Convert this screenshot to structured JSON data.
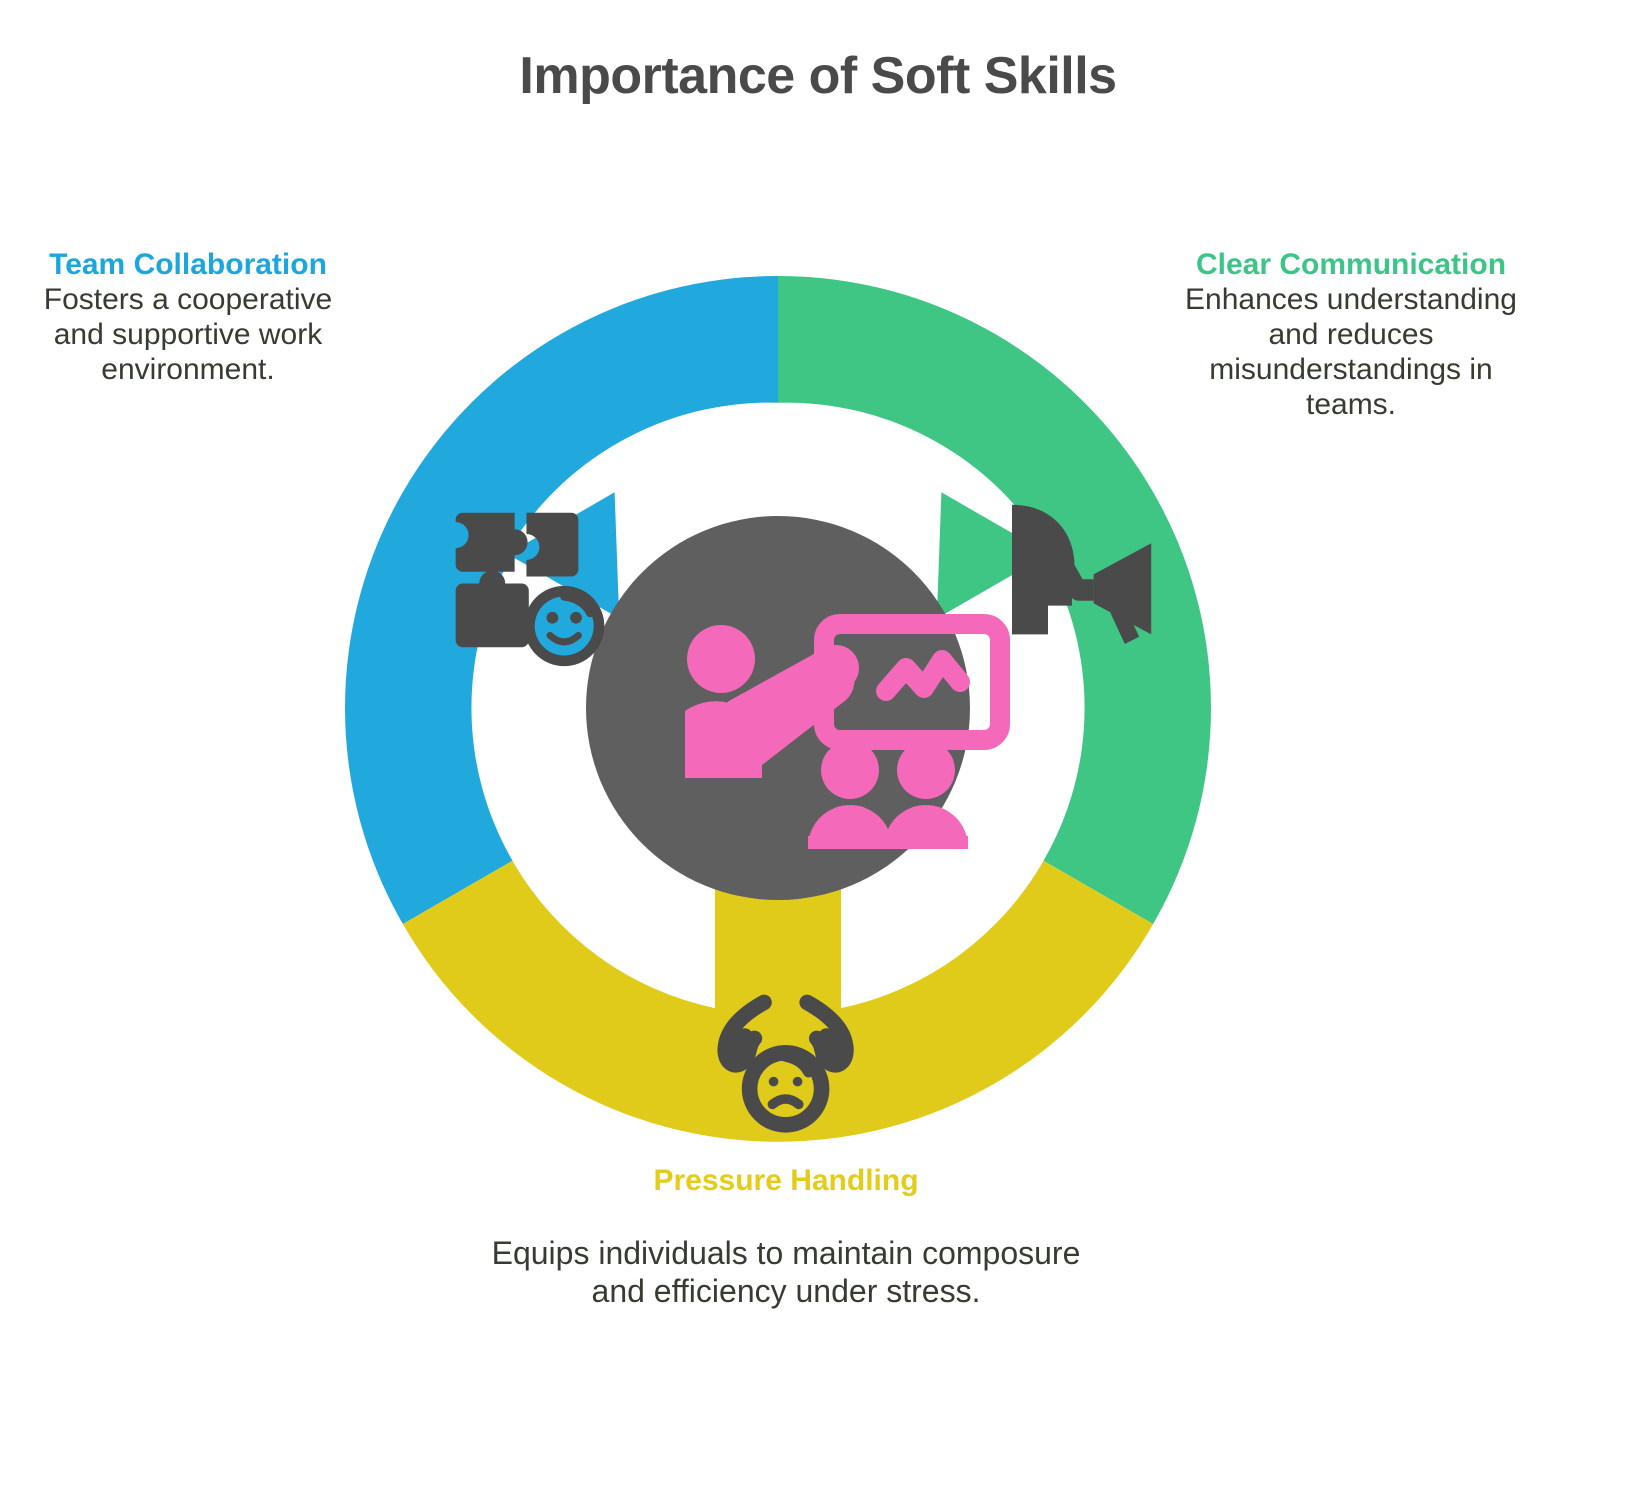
{
  "page": {
    "title": "Importance of Soft Skills",
    "background": "#ffffff"
  },
  "colors": {
    "blue": "#21a9dd",
    "green": "#3fc684",
    "yellow": "#e0cb1a",
    "center_gray": "#5f5f5f",
    "center_icon_pink": "#f469b9",
    "segment_icon_dark": "#4a4a4a",
    "title_gray": "#4a4a4a",
    "body_text": "#363c30"
  },
  "center": {
    "icon_name": "presentation-training-icon",
    "icon_label": "Presenter with chart board and audience"
  },
  "segments": [
    {
      "id": "team-collaboration",
      "title": "Team Collaboration",
      "body": "Fosters a cooperative and supportive work environment.",
      "color": "#21a9dd",
      "icon_name": "puzzle-pieces-icon",
      "start_angle": 240,
      "end_angle": 360
    },
    {
      "id": "clear-communication",
      "title": "Clear Communication",
      "body": "Enhances understanding and reduces misunderstandings in teams.",
      "color": "#3fc684",
      "icon_name": "megaphone-speaker-icon",
      "start_angle": 0,
      "end_angle": 120
    },
    {
      "id": "pressure-handling",
      "title": "Pressure Handling",
      "body": "Equips individuals to maintain composure and efficiency under stress.",
      "color": "#e0cb1a",
      "icon_name": "stressed-head-hands-icon",
      "start_angle": 120,
      "end_angle": 240
    }
  ],
  "chart_data": {
    "type": "pie",
    "title": "Importance of Soft Skills",
    "categories": [
      "Team Collaboration",
      "Clear Communication",
      "Pressure Handling"
    ],
    "values": [
      33.33,
      33.33,
      33.33
    ],
    "colors": [
      "#21a9dd",
      "#3fc684",
      "#e0cb1a"
    ],
    "legend": "inline-labels",
    "donut": true,
    "inner_radius_ratio": 0.63
  }
}
